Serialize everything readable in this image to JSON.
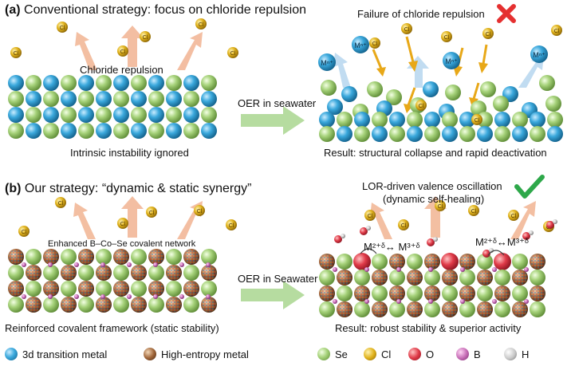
{
  "panel_a": {
    "title_tag": "(a)",
    "title_text": "Conventional strategy: focus on chloride repulsion",
    "chloride_repulsion": "Chloride repulsion",
    "intrinsic": "Intrinsic instability ignored",
    "arrow_label": "OER in seawater",
    "failure": "Failure of chloride repulsion",
    "result": "Result: structural collapse and rapid deactivation",
    "cl_symbol": "Cl",
    "m_ion": "Mⁿ⁺"
  },
  "panel_b": {
    "title_tag": "(b)",
    "title_text": "Our strategy: “dynamic & static synergy”",
    "enhanced": "Enhanced B–Co–Se covalent network",
    "reinforced": "Reinforced covalent framework (static stability)",
    "arrow_label": "OER in Seawater",
    "lor_line1": "LOR-driven valence oscillation",
    "lor_line2": "(dynamic self-healing)",
    "valence_left": "M²⁺ᵟ↔ M³⁺ᵟ",
    "valence_right": "M²⁺ᵟ↔M³⁺ᵟ",
    "result": "Result: robust stability & superior activity",
    "cl_symbol": "Cl"
  },
  "legend": [
    {
      "label": "3d transition metal",
      "color": "#3aa8dc"
    },
    {
      "label": "High-entropy metal",
      "color": "#a0663a"
    },
    {
      "label": "Se",
      "color": "#9ccc6a"
    },
    {
      "label": "Cl",
      "color": "#d9a81a"
    },
    {
      "label": "O",
      "color": "#e04050"
    },
    {
      "label": "B",
      "color": "#c870b8"
    },
    {
      "label": "H",
      "color": "#bbbbbb"
    }
  ],
  "colors": {
    "transition_metal": "#3aa8dc",
    "selenium": "#9ccc6a",
    "chlorine": "#d9a81a",
    "high_entropy": "#a0663a",
    "oxygen": "#e04050",
    "boron": "#c870b8",
    "cross": "#e53030",
    "check": "#2ea84a",
    "arrow_green": "#b6dca0",
    "arrow_peach": "#f2b898"
  }
}
